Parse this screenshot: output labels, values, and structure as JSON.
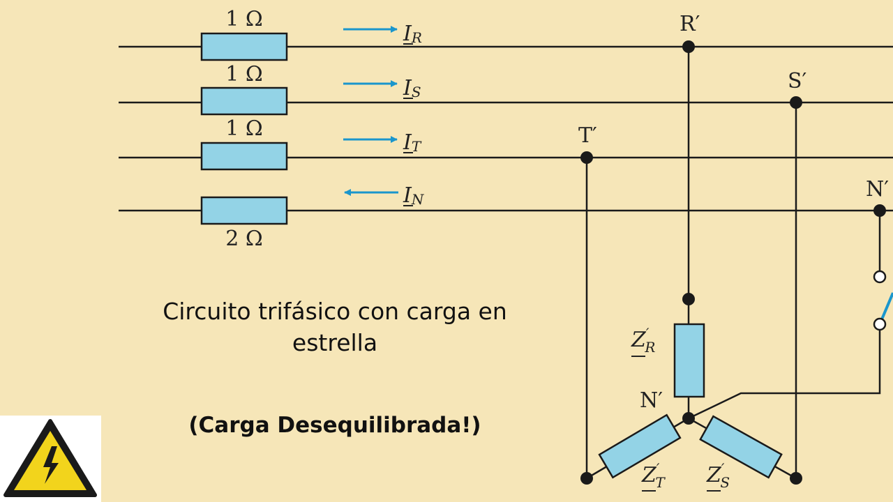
{
  "diagram": {
    "resistors": {
      "r1": "1 Ω",
      "r2": "1 Ω",
      "r3": "1 Ω",
      "rn": "2 Ω"
    },
    "currents": {
      "ir": {
        "main": "I",
        "sub": "R"
      },
      "is": {
        "main": "I",
        "sub": "S"
      },
      "it": {
        "main": "I",
        "sub": "T"
      },
      "in": {
        "main": "I",
        "sub": "N"
      }
    },
    "nodes": {
      "r": "R′",
      "s": "S′",
      "t": "T′",
      "n_right": "N′",
      "n_star": "N′"
    },
    "impedances": {
      "zr": {
        "main": "Z",
        "sup": "′",
        "sub": "R"
      },
      "zt": {
        "main": "Z",
        "sup": "′",
        "sub": "T"
      },
      "zs": {
        "main": "Z",
        "sup": "′",
        "sub": "S"
      }
    }
  },
  "caption": {
    "line1": "Circuito trifásico con carga en estrella",
    "line2": "(Carga Desequilibrada!)"
  },
  "colors": {
    "background": "#f6e6b8",
    "resistor": "#93d3e6",
    "arrow": "#1a96cc",
    "wire": "#1a1a1a",
    "warning": "#f2d41c"
  },
  "icons": {
    "warning": "high-voltage-warning-icon"
  }
}
